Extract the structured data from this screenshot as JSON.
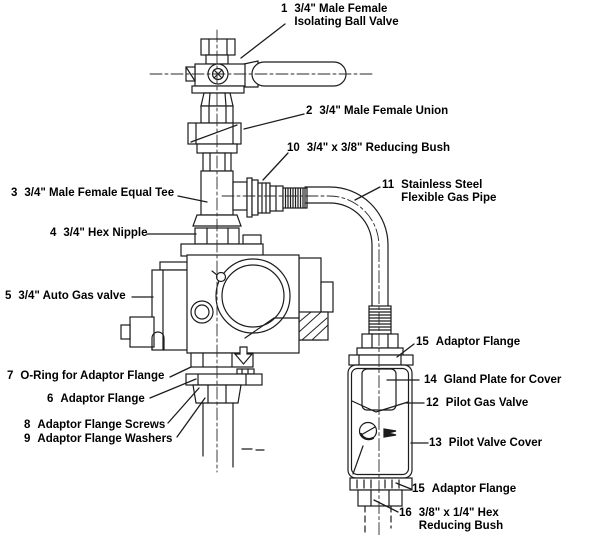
{
  "figure": {
    "type": "technical-parts-diagram",
    "subject": "Gas valve assembly exploded parts identification drawing"
  },
  "colors": {
    "line": "#1c1c1c",
    "background": "#ffffff",
    "label_text": "#000000"
  },
  "labels": [
    {
      "num": "1",
      "text": "3/4\" Male Female\nIsolating Ball Valve"
    },
    {
      "num": "2",
      "text": "3/4\" Male Female Union"
    },
    {
      "num": "3",
      "text": "3/4\" Male Female Equal Tee"
    },
    {
      "num": "4",
      "text": "3/4\" Hex Nipple"
    },
    {
      "num": "5",
      "text": "3/4\" Auto Gas valve"
    },
    {
      "num": "6",
      "text": "Adaptor Flange"
    },
    {
      "num": "7",
      "text": "O-Ring for Adaptor Flange"
    },
    {
      "num": "8",
      "text": "Adaptor Flange Screws"
    },
    {
      "num": "9",
      "text": "Adaptor Flange Washers"
    },
    {
      "num": "10",
      "text": "3/4\" x 3/8\" Reducing Bush"
    },
    {
      "num": "11",
      "text": "Stainless Steel\nFlexible Gas Pipe"
    },
    {
      "num": "12",
      "text": "Pilot Gas Valve"
    },
    {
      "num": "13",
      "text": "Pilot Valve Cover"
    },
    {
      "num": "14",
      "text": "Gland Plate for Cover"
    },
    {
      "num": "15",
      "text": "Adaptor Flange"
    },
    {
      "num": "15",
      "text": "Adaptor Flange"
    },
    {
      "num": "16",
      "text": "3/8\" x 1/4\" Hex\nReducing Bush"
    }
  ]
}
